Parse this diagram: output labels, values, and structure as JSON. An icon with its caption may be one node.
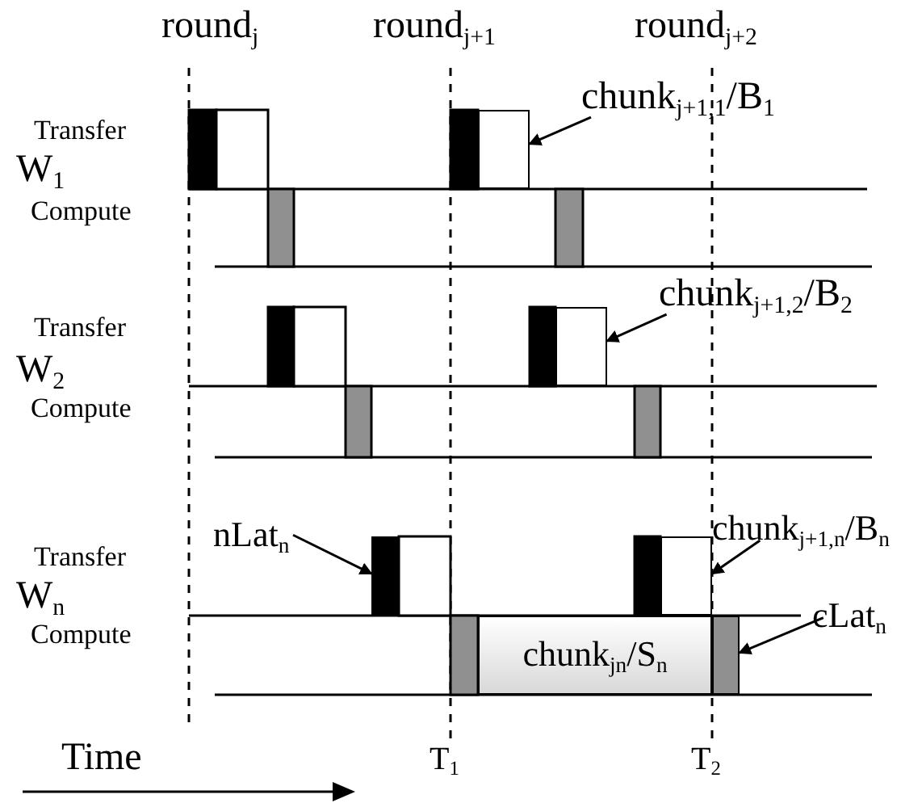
{
  "diagram": {
    "nodes": [
      {
        "text": [
          "chunk$_{j+1,1}$/B$_{1}$"
        ]
      },
      {
        "text": [],
        "shape": "box"
      },
      {
        "text": [
          "chunk$_{j+1,2}$/B$_{2}$"
        ]
      },
      {
        "text": [],
        "shape": "box"
      },
      {
        "text": [
          "nLat$_{n}$"
        ]
      },
      {
        "text": [],
        "shape": "box"
      },
      {
        "text": [
          "chunk$_{j+1,n}$/B$_{n}$"
        ]
      },
      {
        "text": [],
        "shape": "box"
      },
      {
        "text": [
          "cLat$_{n}$"
        ]
      },
      {
        "text": [],
        "shape": "box"
      },
      {
        "text": [
          "chunk$_{jn}$/S$_{n}$"
        ]
      }
    ],
    "edges": [
      {
        "from": 0,
        "to": 1,
        "arrow": "to"
      },
      {
        "from": 2,
        "to": 3,
        "arrow": "to"
      },
      {
        "from": 4,
        "to": 5,
        "arrow": "to"
      },
      {
        "from": 6,
        "to": 7,
        "arrow": "to"
      },
      {
        "from": 8,
        "to": 9,
        "arrow": "to"
      }
    ],
    "labels": [
      "round$_{j}$",
      "round$_{j+1}$",
      "round$_{j+2}$",
      "Transfer",
      "W$_{1}$",
      "Compute",
      "Transfer",
      "W$_{2}$",
      "Compute",
      "Transfer",
      "W$_{n}$",
      "Compute",
      "Time",
      "T$_{1}$",
      "T$_{2}$"
    ]
  }
}
